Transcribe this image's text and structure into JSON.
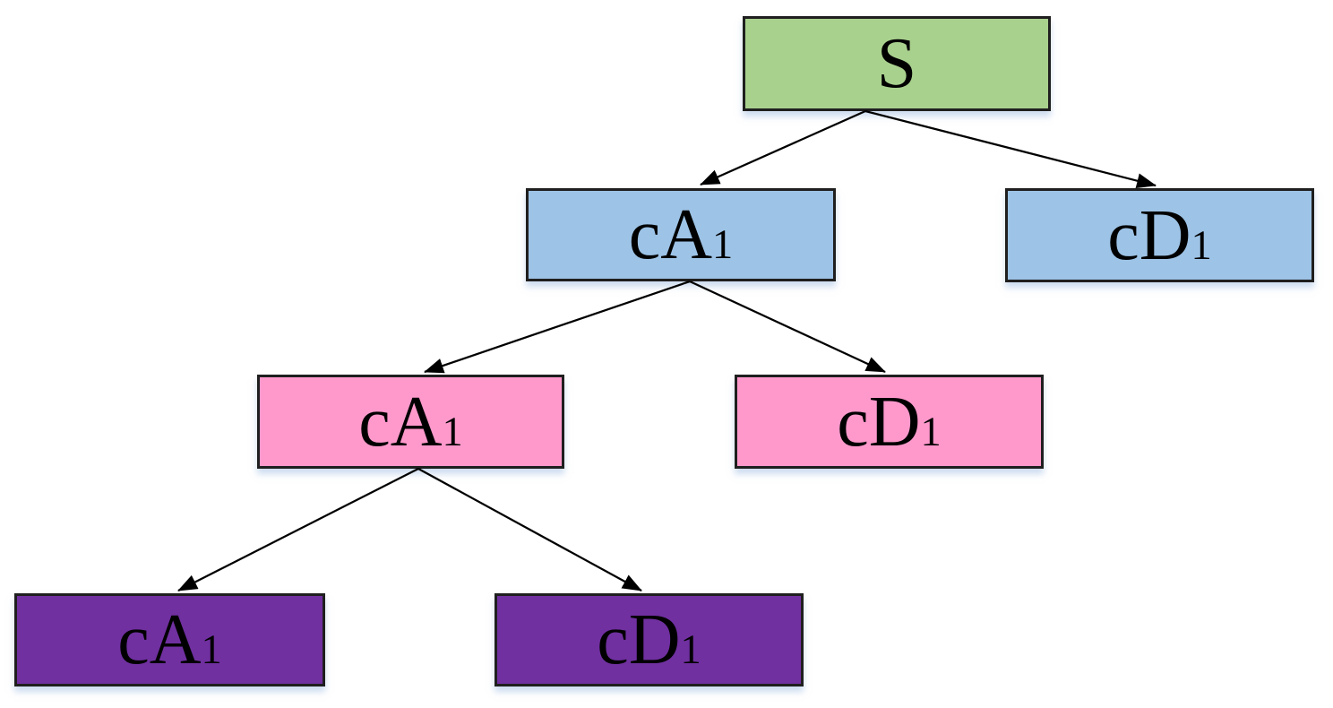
{
  "diagram": {
    "type": "tree",
    "background": "#ffffff"
  },
  "tree": {
    "root": {
      "label": "S",
      "sub": ""
    },
    "level1": {
      "approx": {
        "label": "cA",
        "sub": "1"
      },
      "detail": {
        "label": "cD",
        "sub": "1"
      }
    },
    "level2": {
      "approx": {
        "label": "cA",
        "sub": "1"
      },
      "detail": {
        "label": "cD",
        "sub": "1"
      }
    },
    "level3": {
      "approx": {
        "label": "cA",
        "sub": "1"
      },
      "detail": {
        "label": "cD",
        "sub": "1"
      }
    }
  },
  "edges": [
    {
      "from": "root",
      "to": "level1.approx"
    },
    {
      "from": "root",
      "to": "level1.detail"
    },
    {
      "from": "level1.approx",
      "to": "level2.approx"
    },
    {
      "from": "level1.approx",
      "to": "level2.detail"
    },
    {
      "from": "level2.approx",
      "to": "level3.approx"
    },
    {
      "from": "level2.approx",
      "to": "level3.detail"
    }
  ],
  "colors": {
    "root_fill": "#a9d18e",
    "level1_fill": "#9dc3e6",
    "level2_fill": "#ff99cc",
    "level3_fill": "#7030a0",
    "border": "#1f1f1f",
    "arrow": "#000000",
    "text": "#000000",
    "shadow": "#a4c0e4"
  }
}
